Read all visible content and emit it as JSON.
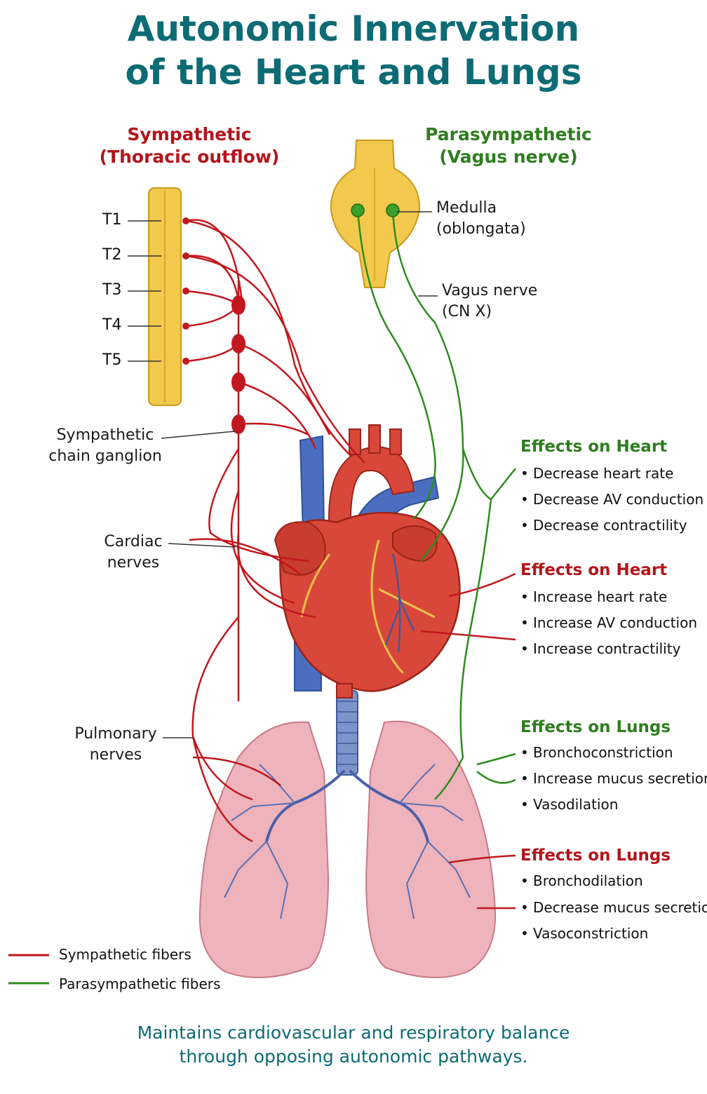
{
  "title": {
    "line1": "Autonomic Innervation",
    "line2": "of the Heart and Lungs"
  },
  "sympathetic": {
    "line1": "Sympathetic",
    "line2": "(Thoracic outflow)"
  },
  "parasympathetic": {
    "line1": "Parasympathetic",
    "line2": "(Vagus nerve)"
  },
  "segments": [
    "T1",
    "T2",
    "T3",
    "T4",
    "T5"
  ],
  "labels": {
    "medulla": {
      "line1": "Medulla",
      "line2": "(oblongata)"
    },
    "vagus": {
      "line1": "Vagus nerve",
      "line2": "(CN X)"
    },
    "chain": {
      "line1": "Sympathetic",
      "line2": "chain ganglion"
    },
    "cardiac": {
      "line1": "Cardiac",
      "line2": "nerves"
    },
    "pulmonary": {
      "line1": "Pulmonary",
      "line2": "nerves"
    }
  },
  "effects": [
    {
      "title": "Effects on Heart",
      "type": "parasympathetic",
      "items": [
        "Decrease heart rate",
        "Decrease AV conduction",
        "Decrease contractility"
      ]
    },
    {
      "title": "Effects on Heart",
      "type": "sympathetic",
      "items": [
        "Increase heart rate",
        "Increase AV conduction",
        "Increase contractility"
      ]
    },
    {
      "title": "Effects on Lungs",
      "type": "parasympathetic",
      "items": [
        "Bronchoconstriction",
        "Increase mucus secretion",
        "Vasodilation"
      ]
    },
    {
      "title": "Effects on Lungs",
      "type": "sympathetic",
      "items": [
        "Bronchodilation",
        "Decrease mucus secretion",
        "Vasoconstriction"
      ]
    }
  ],
  "legend": {
    "sympathetic": "Sympathetic fibers",
    "parasympathetic": "Parasympathetic fibers"
  },
  "footer": {
    "line1": "Maintains cardiovascular and respiratory balance",
    "line2": "through opposing autonomic pathways."
  },
  "colors": {
    "sympathetic": "#c0181e",
    "parasympathetic": "#2e8b1e",
    "title": "#0d6b74",
    "spinal_cord": "#f2c94c",
    "heart": "#d9473a",
    "vessel": "#4a6fc0",
    "lung": "#eeb3bb"
  }
}
